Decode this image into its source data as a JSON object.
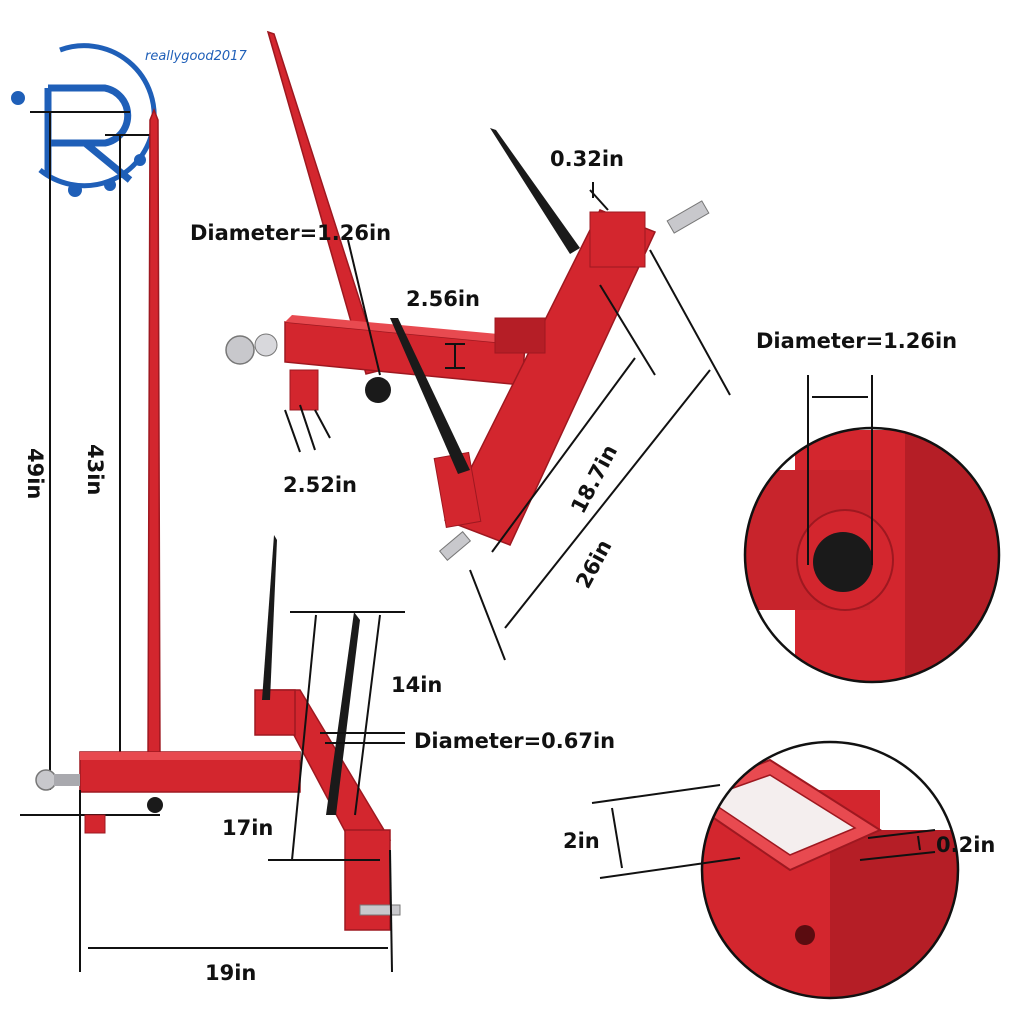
{
  "logo": {
    "caption": "reallygood2017",
    "color": "#1f5fb8"
  },
  "colors": {
    "frame": "#d3262e",
    "frame_dark": "#9e1820",
    "tine": "#1a1a1a",
    "chrome": "#c8c8cc"
  },
  "dimensions": {
    "overall_height": "49in",
    "spear_length": "43in",
    "pin_spacing": "0.32in",
    "top_bar_height": "2.56in",
    "hitch_diameter": "Diameter=1.26in",
    "ball_mount_width": "2.52in",
    "inner_width": "18.7in",
    "outer_width": "26in",
    "stabilizer_spacing": "14in",
    "stabilizer_diameter": "Diameter=0.67in",
    "frame_depth": "17in",
    "base_width": "19in",
    "detail_diameter": "Diameter=1.26in",
    "receiver_size": "2in",
    "wall_thickness": "0.2in"
  }
}
